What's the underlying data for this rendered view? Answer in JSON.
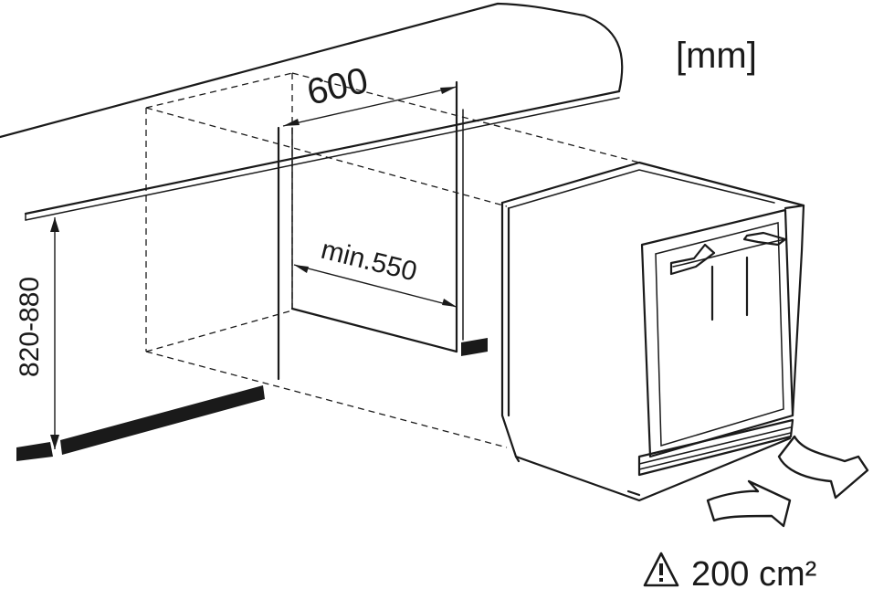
{
  "units_label": "[mm]",
  "dimensions": {
    "width": "600",
    "depth": "min.550",
    "height": "820-880"
  },
  "ventilation": {
    "text": "200 cm²"
  }
}
